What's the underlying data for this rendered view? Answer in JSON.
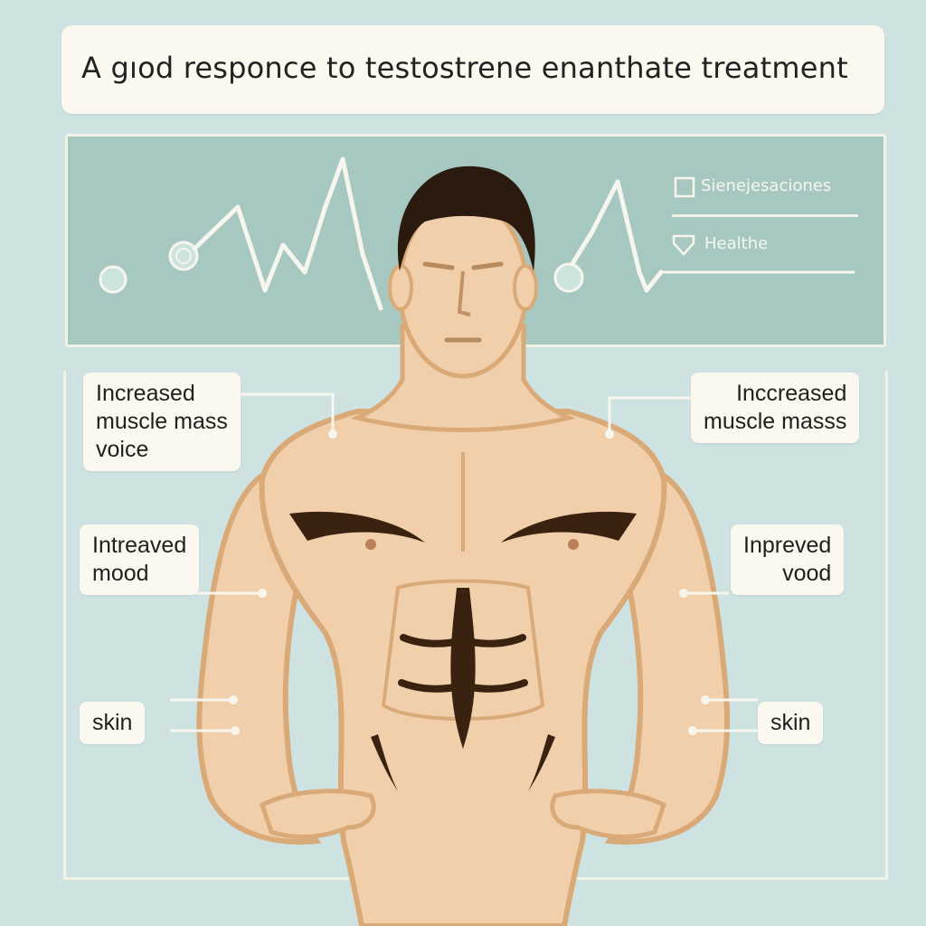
{
  "title": "A gıod responce to testostrene enanthate treatment",
  "chart": {
    "legend": [
      {
        "label": "Sienejesaciones",
        "icon": "checkbox-icon"
      },
      {
        "label": "Healthe",
        "icon": "shield-icon"
      }
    ],
    "line_color": "#f7f6ee",
    "panel_color": "#a6c8c1"
  },
  "labels": {
    "left": [
      {
        "lines": [
          "Increased",
          "muscle mass",
          "voice"
        ]
      },
      {
        "lines": [
          "Intreaved",
          "mood"
        ]
      },
      {
        "lines": [
          "skin"
        ]
      }
    ],
    "right": [
      {
        "lines": [
          "Inccreased",
          "muscle masss"
        ]
      },
      {
        "lines": [
          "Inpreved",
          "vood"
        ]
      },
      {
        "lines": [
          "skin"
        ]
      }
    ]
  },
  "colors": {
    "background": "#cfe2e2",
    "skin": "#f0cfaa",
    "skin_outline": "#d9aa78",
    "hair": "#2b1a0e",
    "shadow": "#3a2210",
    "card": "#fbf8ef"
  }
}
